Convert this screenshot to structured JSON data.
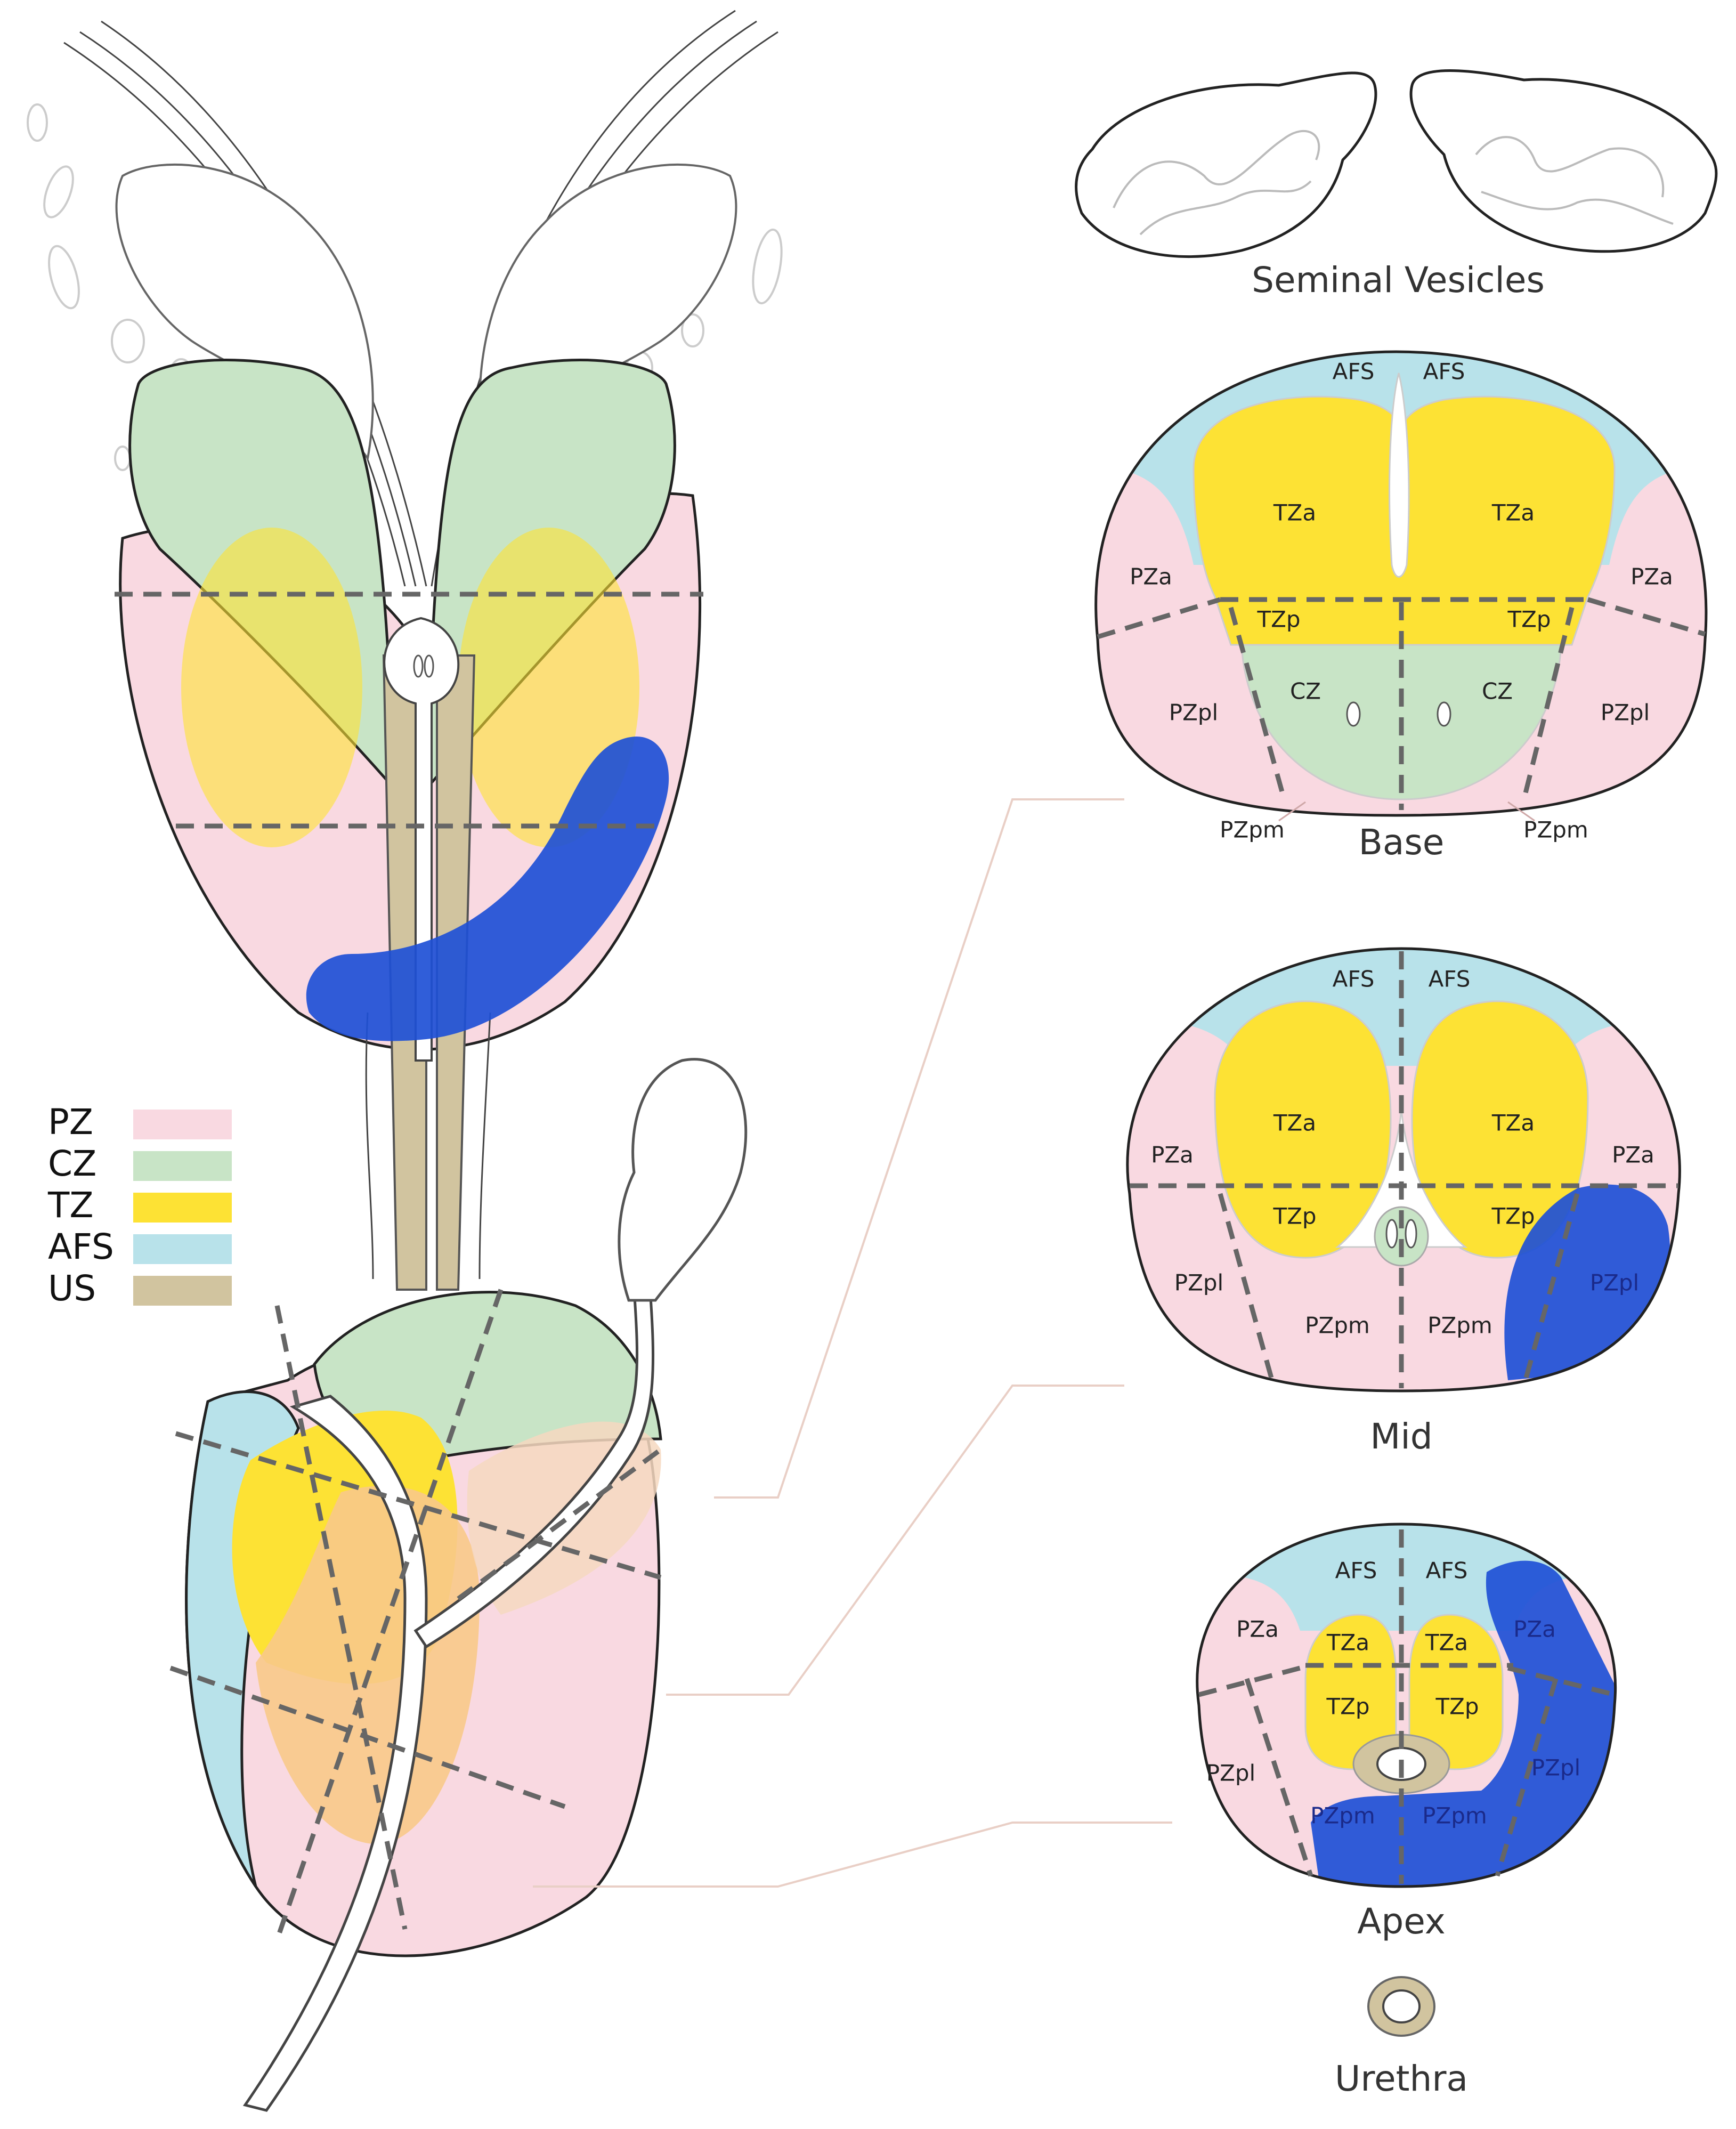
{
  "colors": {
    "pz": "#f9d9e1",
    "cz": "#c8e4c6",
    "tz": "#fde234",
    "afs": "#b8e2ea",
    "us": "#d1c49f",
    "lesion": "#1e50d6",
    "overlap": "#f8c98a"
  },
  "legend": [
    {
      "label": "PZ",
      "color": "#f9d9e1"
    },
    {
      "label": "CZ",
      "color": "#c8e4c6"
    },
    {
      "label": "TZ",
      "color": "#fde234"
    },
    {
      "label": "AFS",
      "color": "#b8e2ea"
    },
    {
      "label": "US",
      "color": "#d1c49f"
    }
  ],
  "captions": {
    "seminal": "Seminal Vesicles",
    "base": "Base",
    "mid": "Mid",
    "apex": "Apex",
    "urethra": "Urethra"
  },
  "base": {
    "afs_left": "AFS",
    "afs_right": "AFS",
    "tza_left": "TZa",
    "tza_right": "TZa",
    "pza_left": "PZa",
    "pza_right": "PZa",
    "tzp_left": "TZp",
    "tzp_right": "TZp",
    "cz_left": "CZ",
    "cz_right": "CZ",
    "pzpl_left": "PZpl",
    "pzpl_right": "PZpl",
    "pzpm_left": "PZpm",
    "pzpm_right": "PZpm"
  },
  "mid": {
    "afs_left": "AFS",
    "afs_right": "AFS",
    "tza_left": "TZa",
    "tza_right": "TZa",
    "pza_left": "PZa",
    "pza_right": "PZa",
    "tzp_left": "TZp",
    "tzp_right": "TZp",
    "pzpl_left": "PZpl",
    "pzpl_right": "PZpl",
    "pzpm_left": "PZpm",
    "pzpm_right": "PZpm"
  },
  "apex": {
    "afs_left": "AFS",
    "afs_right": "AFS",
    "pza_left": "PZa",
    "pza_right": "PZa",
    "tza_left": "TZa",
    "tza_right": "TZa",
    "tzp_left": "TZp",
    "tzp_right": "TZp",
    "pzpl_left": "PZpl",
    "pzpl_right": "PZpl",
    "pzpm_left": "PZpm",
    "pzpm_right": "PZpm"
  }
}
